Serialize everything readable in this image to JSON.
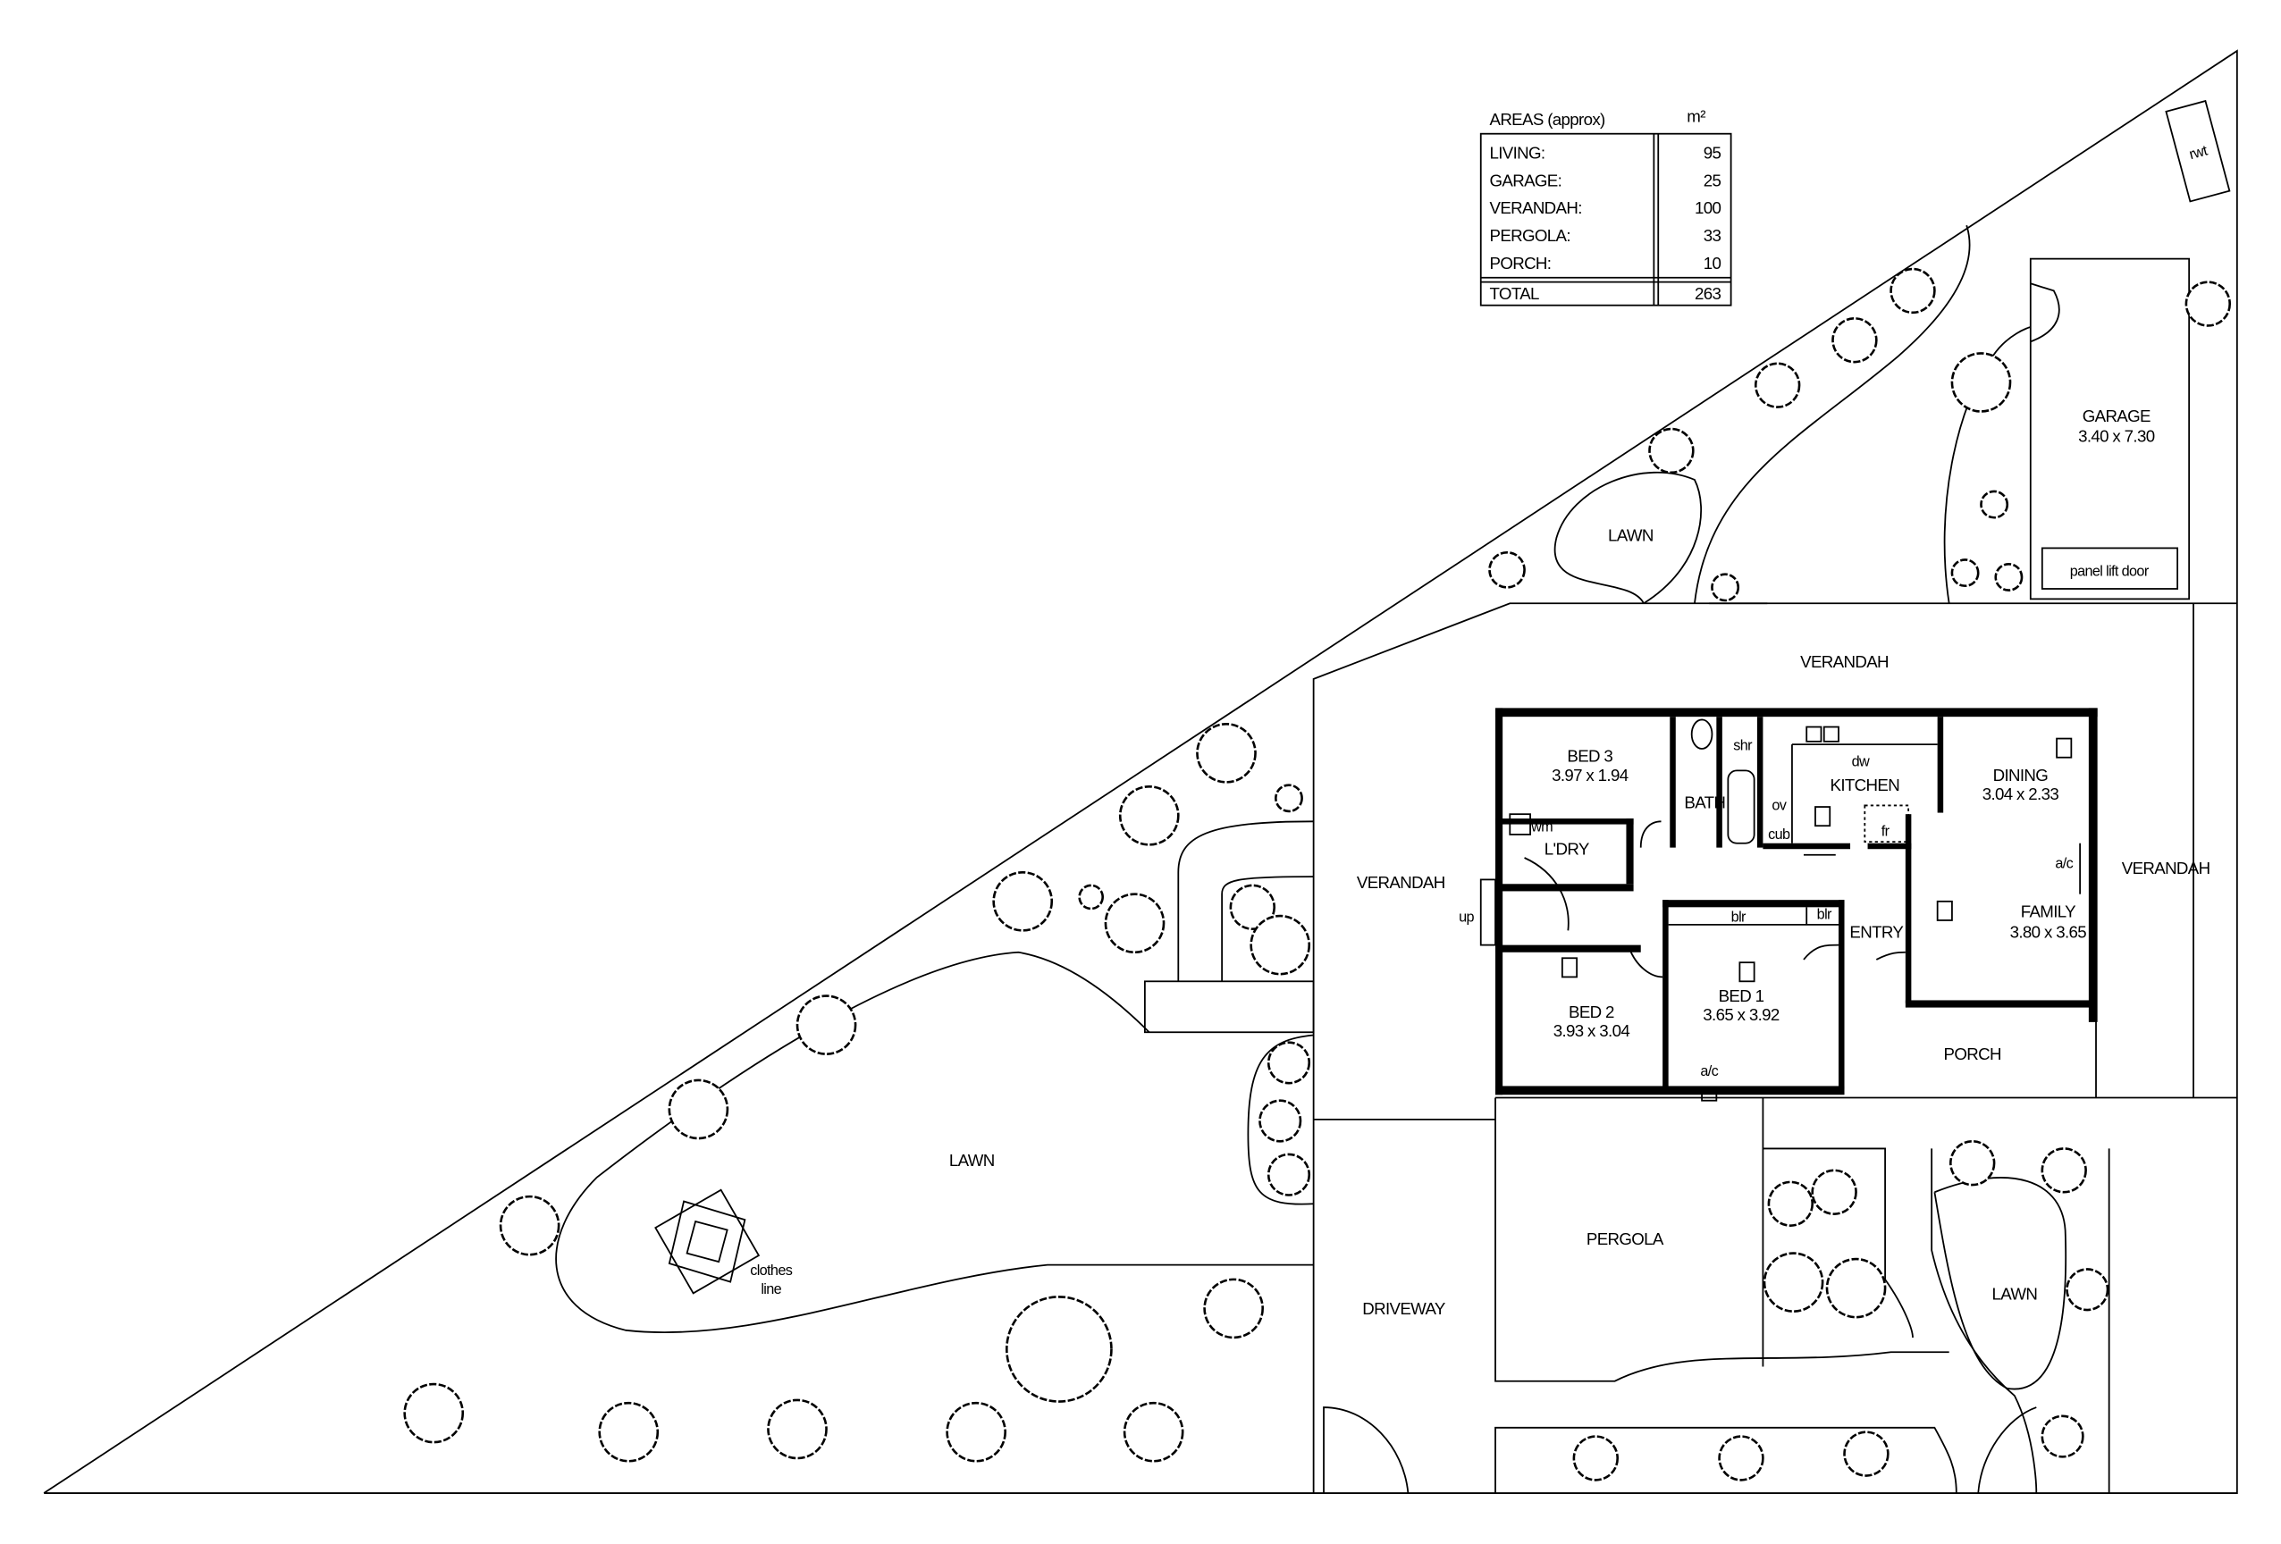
{
  "areas_table": {
    "title": "AREAS (approx)",
    "unit": "m²",
    "rows": [
      {
        "label": "LIVING:",
        "value": "95"
      },
      {
        "label": "GARAGE:",
        "value": "25"
      },
      {
        "label": "VERANDAH:",
        "value": "100"
      },
      {
        "label": "PERGOLA:",
        "value": "33"
      },
      {
        "label": "PORCH:",
        "value": "10"
      }
    ],
    "total": {
      "label": "TOTAL",
      "value": "263"
    }
  },
  "site": {
    "lawn_top": "LAWN",
    "lawn_main": "LAWN",
    "lawn_right": "LAWN",
    "garage": "GARAGE",
    "garage_dims": "3.40 x 7.30",
    "panel_lift_door": "panel lift door",
    "rwt": "rwt",
    "verandah_top": "VERANDAH",
    "verandah_left": "VERANDAH",
    "verandah_right": "VERANDAH",
    "porch": "PORCH",
    "pergola": "PERGOLA",
    "driveway": "DRIVEWAY",
    "clothes_line_1": "clothes",
    "clothes_line_2": "line"
  },
  "rooms": {
    "bed3": "BED 3",
    "bed3_dims": "3.97 x 1.94",
    "bath": "BATH",
    "shr": "shr",
    "kitchen": "KITCHEN",
    "dw": "dw",
    "ov": "ov",
    "cub": "cub",
    "fr": "fr",
    "dining": "DINING",
    "dining_dims": "3.04 x 2.33",
    "laundry": "L'DRY",
    "wm": "wm",
    "up": "up",
    "blr1": "blr",
    "blr2": "blr",
    "entry": "ENTRY",
    "family": "FAMILY",
    "family_dims": "3.80 x 3.65",
    "ac1": "a/c",
    "ac2": "a/c",
    "bed2": "BED 2",
    "bed2_dims": "3.93 x 3.04",
    "bed1": "BED 1",
    "bed1_dims": "3.65 x 3.92"
  }
}
